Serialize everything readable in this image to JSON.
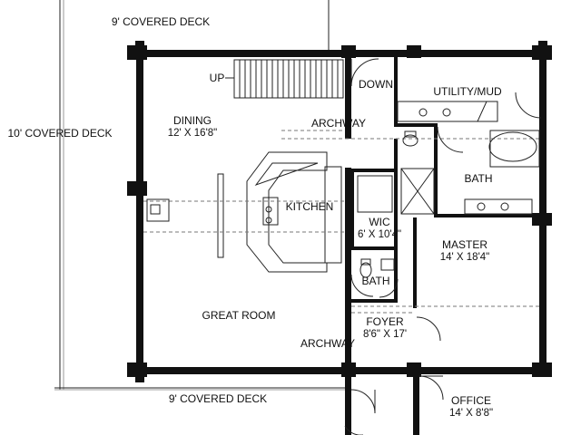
{
  "plan": {
    "rooms": {
      "deck_top": {
        "name": "9' COVERED DECK"
      },
      "deck_left": {
        "name": "10' COVERED DECK"
      },
      "deck_bottom": {
        "name": "9' COVERED DECK"
      },
      "dining": {
        "name": "DINING",
        "size": "12' X 16'8\""
      },
      "kitchen": {
        "name": "KITCHEN"
      },
      "great_room": {
        "name": "GREAT ROOM"
      },
      "utility": {
        "name": "UTILITY/MUD"
      },
      "bath_upper": {
        "name": "BATH"
      },
      "wic": {
        "name": "WIC",
        "size": "6' X 10'4\""
      },
      "master": {
        "name": "MASTER",
        "size": "14' X 18'4\""
      },
      "bath_lower": {
        "name": "BATH"
      },
      "foyer": {
        "name": "FOYER",
        "size": "8'6\" X 17'"
      },
      "office": {
        "name": "OFFICE",
        "size": "14' X 8'8\""
      }
    },
    "labels": {
      "up": "UP",
      "down": "DOWN",
      "archway_upper": "ARCHWAY",
      "archway_lower": "ARCHWAY"
    }
  }
}
